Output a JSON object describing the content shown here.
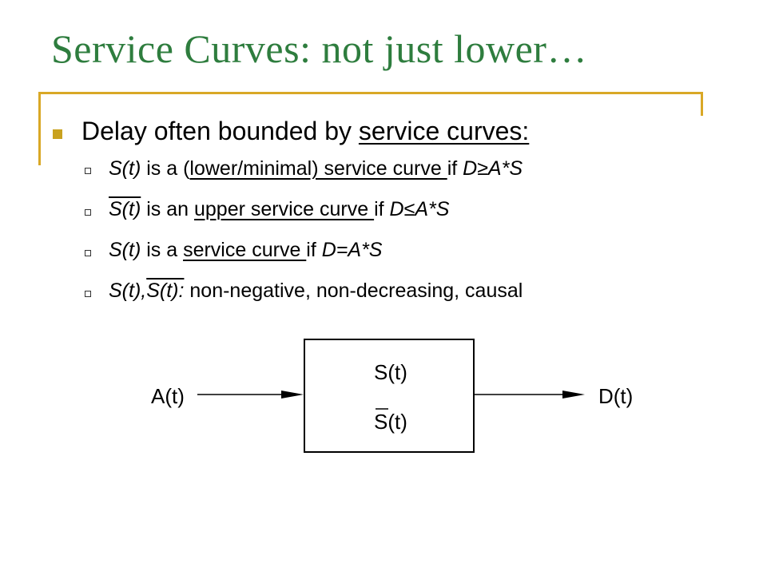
{
  "title": "Service Curves: not just lower…",
  "bullet": {
    "text": "Delay often bounded by ",
    "link": "service curves:"
  },
  "items": [
    {
      "a": "S(t)",
      "b": " is a (",
      "c": "lower/minimal) service curve ",
      "d": " if ",
      "e": "D≥A*S"
    },
    {
      "a": "S(t)",
      "b": " is an ",
      "c": "upper service curve ",
      "d": " if ",
      "e": "D≤A*S"
    },
    {
      "a": "S(t)",
      "b": " is a ",
      "c": "service curve ",
      "d": " if ",
      "e": "D=A*S"
    },
    {
      "a": "S(t),",
      "a2": "S(t):",
      "b": " non-negative,  non-decreasing,  causal"
    }
  ],
  "diagram": {
    "input": "A(t)",
    "output": "D(t)",
    "lower": "S(t)",
    "upper": "S(t)"
  }
}
